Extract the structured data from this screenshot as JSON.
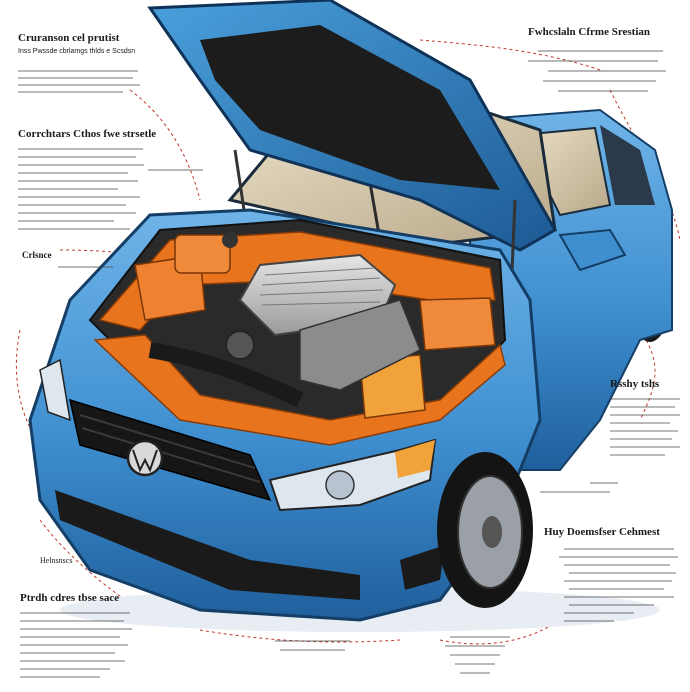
{
  "image": {
    "subject": "car-engine-bay-illustration",
    "colors": {
      "body": "#3f8fd0",
      "body_dark": "#1f5f9c",
      "engine_orange": "#e8741e",
      "background": "#ffffff",
      "annotation_red": "#c0392b"
    }
  },
  "annotations": {
    "top_left": {
      "title": "Cruranson cel prutist",
      "subtitle": "Inss Pwssde cbrlamgs thlds e Scsdsn"
    },
    "mid_left": {
      "title": "Corrchtars Cthos fwe strsetle"
    },
    "left_small": {
      "title": "Crlsnce"
    },
    "top_right": {
      "title": "Fwhcslaln Cfrme Srestian"
    },
    "right_mid": {
      "title": "Rsshy tshs"
    },
    "bottom_right": {
      "title": "Huy Doemsfser Cehmest"
    },
    "bottom_left_label": {
      "title": "Helnsnscs"
    },
    "bottom_left": {
      "title": "Ptrdh cdres tbse sace"
    }
  }
}
